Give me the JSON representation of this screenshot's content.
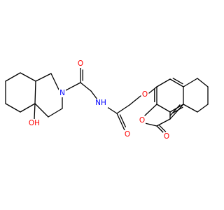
{
  "colors": {
    "bond": "#000000",
    "oxygen": "#ff0000",
    "nitrogen": "#0000ff",
    "hydroxyl": "#ff0000",
    "background": "#ffffff"
  },
  "labels": {
    "hydroxyl": "OH",
    "hydroxyl_o": "O",
    "hydroxyl_h": "H",
    "amide_n": "N",
    "amide_nh_n": "N",
    "amide_nh_h": "H",
    "carbonyl_o1": "O",
    "carbonyl_o2": "O",
    "ether_o": "O",
    "lactone_o": "O",
    "lactone_carbonyl_o": "O"
  }
}
